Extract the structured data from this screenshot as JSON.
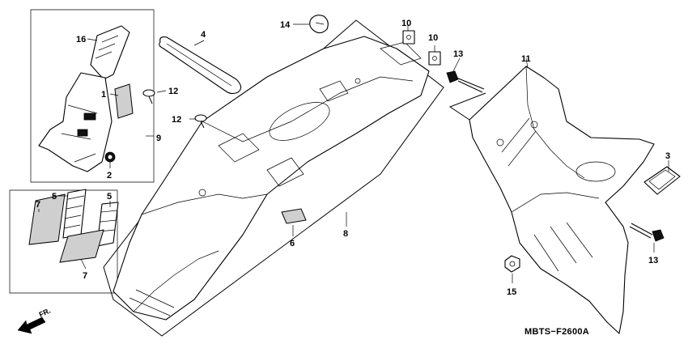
{
  "callouts": {
    "c1": "1",
    "c2": "2",
    "c3": "3",
    "c4": "4",
    "c5a": "5",
    "c5b": "5",
    "c6": "6",
    "c7a": "7",
    "c7b": "7",
    "c8": "8",
    "c9": "9",
    "c10a": "10",
    "c10b": "10",
    "c11": "11",
    "c12a": "12",
    "c12b": "12",
    "c13a": "13",
    "c13b": "13",
    "c14": "14",
    "c15": "15",
    "c16": "16"
  },
  "drawing_code": "MBTS−F2600A",
  "direction_label": "FR."
}
